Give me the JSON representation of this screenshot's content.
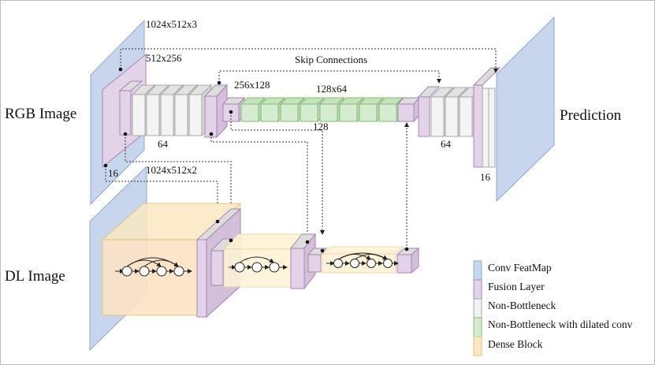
{
  "labels": {
    "rgb_image": "RGB Image",
    "dl_image": "DL Image",
    "prediction": "Prediction",
    "skip_connections": "Skip Connections"
  },
  "dims": {
    "rgb_input": "1024x512x3",
    "dl_input": "1024x512x2",
    "fusion_512": "512x256",
    "fusion_256": "256x128",
    "dilated_128x64": "128x64",
    "channels_64_encoder": "64",
    "channels_128": "128",
    "channels_64_decoder": "64",
    "channels_16_left": "16",
    "channels_16_right": "16"
  },
  "legend": [
    {
      "label": "Conv FeatMap",
      "color": "#c7d6ec",
      "stroke": "#8fa9cf"
    },
    {
      "label": "Fusion Layer",
      "color": "#e3d3e8",
      "stroke": "#a784b0"
    },
    {
      "label": "Non-Bottleneck",
      "color": "#f2f2f2",
      "stroke": "#a8a8a8"
    },
    {
      "label": "Non-Bottleneck with dilated conv",
      "color": "#d6ecd0",
      "stroke": "#86b97a"
    },
    {
      "label": "Dense Block",
      "color": "#fbe8c2",
      "stroke": "#e3c27a"
    }
  ]
}
